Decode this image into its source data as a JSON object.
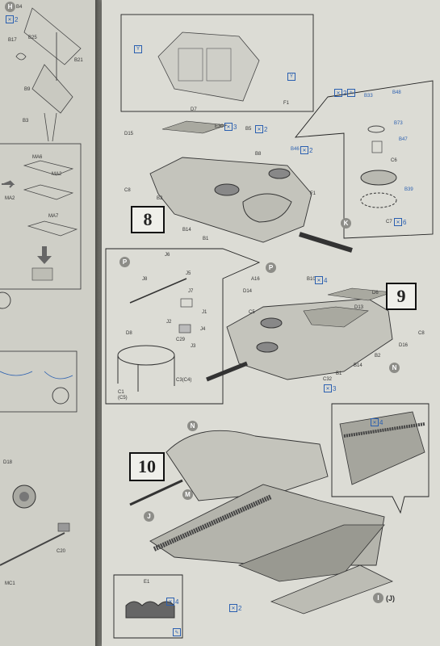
{
  "left_page": {
    "step_h_marker": "H",
    "step_h_qty": "2",
    "labels": [
      "B4",
      "B17",
      "B25",
      "B21",
      "B9",
      "B3",
      "MA6",
      "MA2",
      "MA2",
      "MA7",
      "D18",
      "MC1",
      "C20"
    ]
  },
  "right_page": {
    "detail_top": {
      "markers": [
        "Y",
        "Y"
      ],
      "label": "F1"
    },
    "detail_right": {
      "qty": "2",
      "labels": [
        "B33",
        "B48",
        "B73",
        "B47",
        "C6",
        "B39",
        "C7"
      ],
      "qty_c7": "6"
    },
    "step8": {
      "number": "8",
      "labels": [
        "D7",
        "E30",
        "B5",
        "B8",
        "D15",
        "C8",
        "B2",
        "B14",
        "B1",
        "F1",
        "B46"
      ],
      "qty_e30": "3",
      "qty_b5": "2",
      "qty_b46": "2",
      "marker_k": "K"
    },
    "detail_p": {
      "marker": "P",
      "labels": [
        "J6",
        "J5",
        "J8",
        "J7",
        "J1",
        "J2",
        "J4",
        "C29",
        "J3",
        "D8",
        "C1",
        "(C5)",
        "C3(C4)"
      ]
    },
    "step9": {
      "number": "9",
      "markers": [
        "P",
        "N"
      ],
      "labels": [
        "A16",
        "D14",
        "C5",
        "B10",
        "D6",
        "D13",
        "C8",
        "D16",
        "B2",
        "B14",
        "B1",
        "C32"
      ],
      "qty_b10": "4",
      "qty_c32": "3"
    },
    "step10": {
      "number": "10",
      "markers": [
        "N",
        "M",
        "J",
        "I",
        "(J)"
      ],
      "qty_tracks": "4",
      "qty_bottom": "2",
      "detail_bottom": {
        "label": "E1",
        "qty": "4"
      }
    }
  }
}
